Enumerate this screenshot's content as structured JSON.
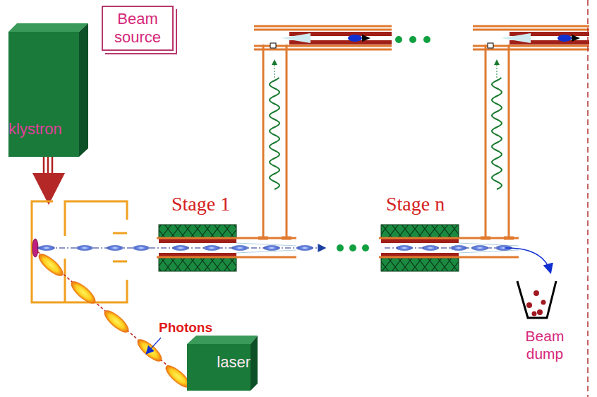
{
  "diagram": {
    "nodes": [
      {
        "text": [
          "Beam source"
        ]
      },
      {
        "text": [
          "klystron"
        ]
      },
      {
        "text": [
          "laser"
        ]
      }
    ],
    "labels": [
      "Stage 1",
      "Stage n",
      "Photons",
      "Beam dump"
    ]
  }
}
